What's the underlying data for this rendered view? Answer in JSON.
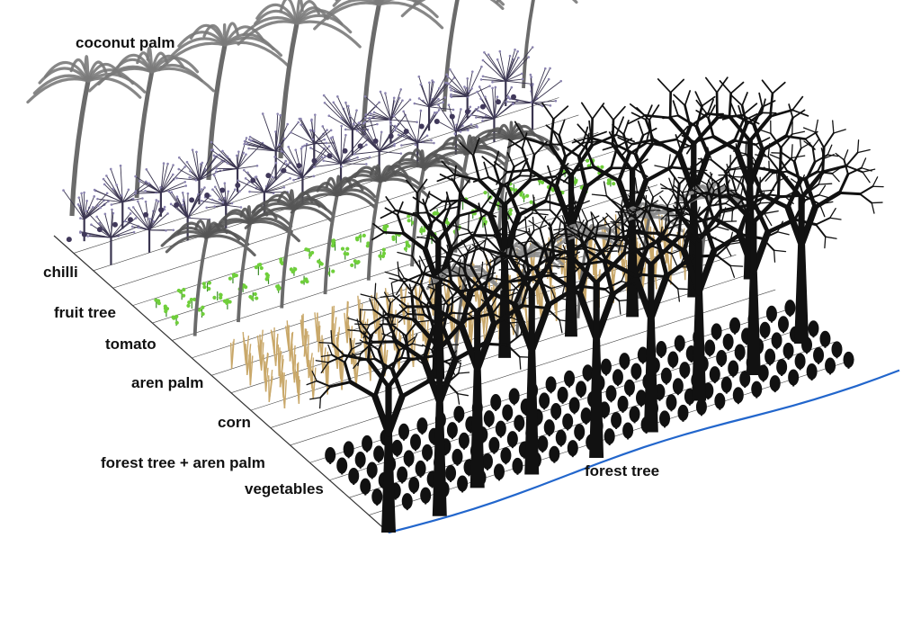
{
  "labels": {
    "coconut_palm": "coconut palm",
    "chilli": "chilli",
    "fruit_tree": "fruit tree",
    "tomato": "tomato",
    "aren_palm": "aren palm",
    "corn": "corn",
    "forest_tree_aren_palm": "forest tree + aren palm",
    "vegetables": "vegetables",
    "forest_tree": "forest tree"
  },
  "colors": {
    "trunk_dark": "#111111",
    "palm_gray": "#7a7a7a",
    "fruit_tree": "#3a3550",
    "tomato_green": "#6fcf3a",
    "corn_tan": "#c9a86a",
    "edge_line": "#2266cc",
    "ground_line": "#333333"
  }
}
